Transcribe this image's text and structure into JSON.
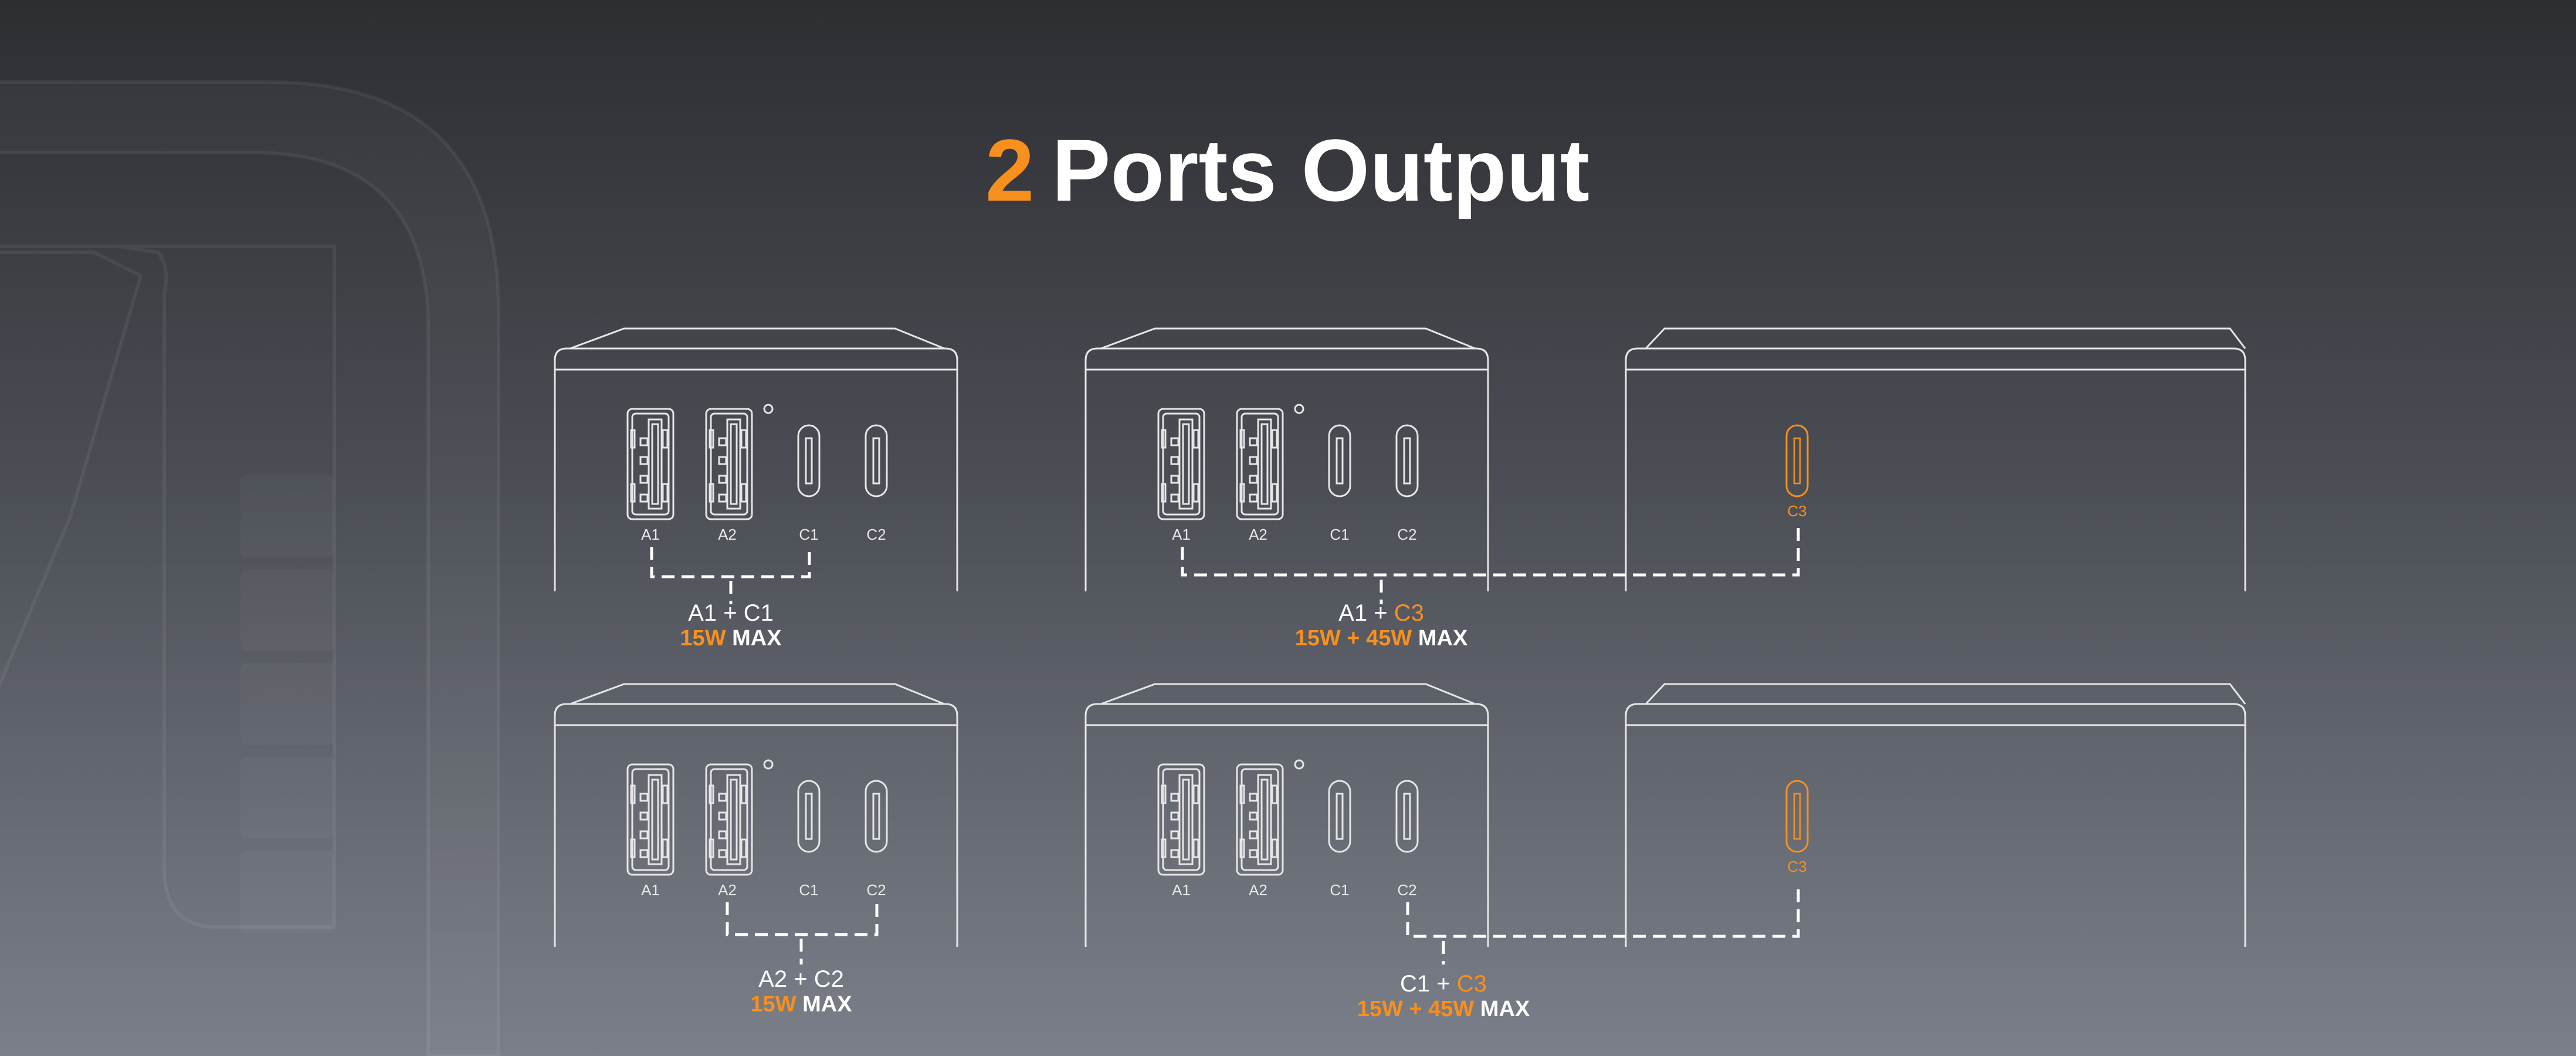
{
  "title": {
    "number": "2",
    "text": "Ports Output"
  },
  "colors": {
    "accent": "#f7901e",
    "line": "#e6e6e6"
  },
  "ports": {
    "a1": "A1",
    "a2": "A2",
    "c1": "C1",
    "c2": "C2",
    "c3": "C3"
  },
  "combos": [
    {
      "left": "A1",
      "plus": "+",
      "right": "C1",
      "power": "15W",
      "max": "MAX"
    },
    {
      "left": "A1",
      "plus": "+",
      "right": "C3",
      "power": "15W + 45W",
      "max": "MAX"
    },
    {
      "left": "A2",
      "plus": "+",
      "right": "C2",
      "power": "15W",
      "max": "MAX"
    },
    {
      "left": "C1",
      "plus": "+",
      "right": "C3",
      "power": "15W + 45W",
      "max": "MAX"
    }
  ]
}
